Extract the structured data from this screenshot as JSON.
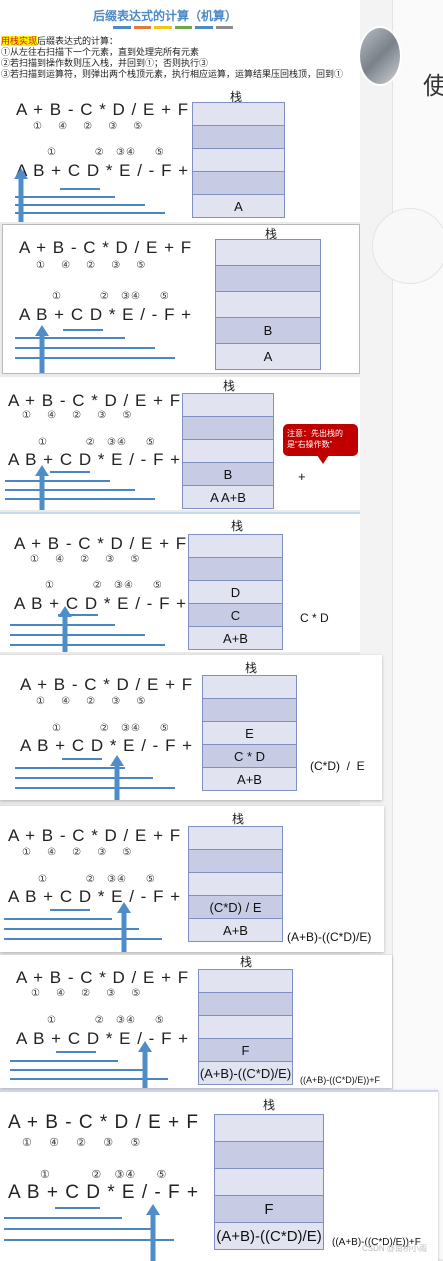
{
  "header": {
    "title": "后缀表达式的计算（机算）",
    "bar_colors": [
      "#4d8ac8",
      "#e07b39",
      "#f0c419",
      "#6aaa4b",
      "#4d8ac8",
      "#8c8c8c"
    ]
  },
  "intro": {
    "highlight": "用栈实现",
    "lead": "后缀表达式的计算：",
    "step1": "①从左往右扫描下一个元素，直到处理完所有元素",
    "step2": "②若扫描到操作数则压入栈，并回到①；否则执行③",
    "step3": "③若扫描到运算符，则弹出两个栈顶元素，执行相应运算，运算结果压回栈顶，回到①"
  },
  "infix": "A + B - C * D / E + F",
  "infix_order": "①    ④    ②    ③    ⑤",
  "postfix": "A B + C D * E / - F +",
  "postfix_order": "①          ②   ③④     ⑤",
  "stack_label": "栈",
  "callout": "注意：先出栈的是“右操作数”",
  "frames": [
    {
      "stack": [
        "",
        "",
        "",
        "",
        "A"
      ],
      "side": ""
    },
    {
      "stack": [
        "",
        "",
        "",
        "B",
        "A"
      ],
      "side": ""
    },
    {
      "stack": [
        "",
        "",
        "",
        "B",
        "A A+B"
      ],
      "side": "+"
    },
    {
      "stack": [
        "",
        "",
        "D",
        "C",
        "A+B"
      ],
      "side": "C * D"
    },
    {
      "stack": [
        "",
        "",
        "E",
        "C * D",
        "A+B"
      ],
      "side": "(C*D)  /  E"
    },
    {
      "stack": [
        "",
        "",
        "",
        "(C*D)  /  E",
        "A+B"
      ],
      "side": "(A+B)-((C*D)/E)"
    },
    {
      "stack": [
        "",
        "",
        "",
        "F",
        "(A+B)-((C*D)/E)"
      ],
      "side": "((A+B)-((C*D)/E))+F"
    },
    {
      "stack": [
        "",
        "",
        "",
        "F",
        "(A+B)-((C*D)/E)"
      ],
      "side": "((A+B)-((C*D)/E))+F"
    }
  ],
  "watermark": "CSDN @南桥小雨"
}
